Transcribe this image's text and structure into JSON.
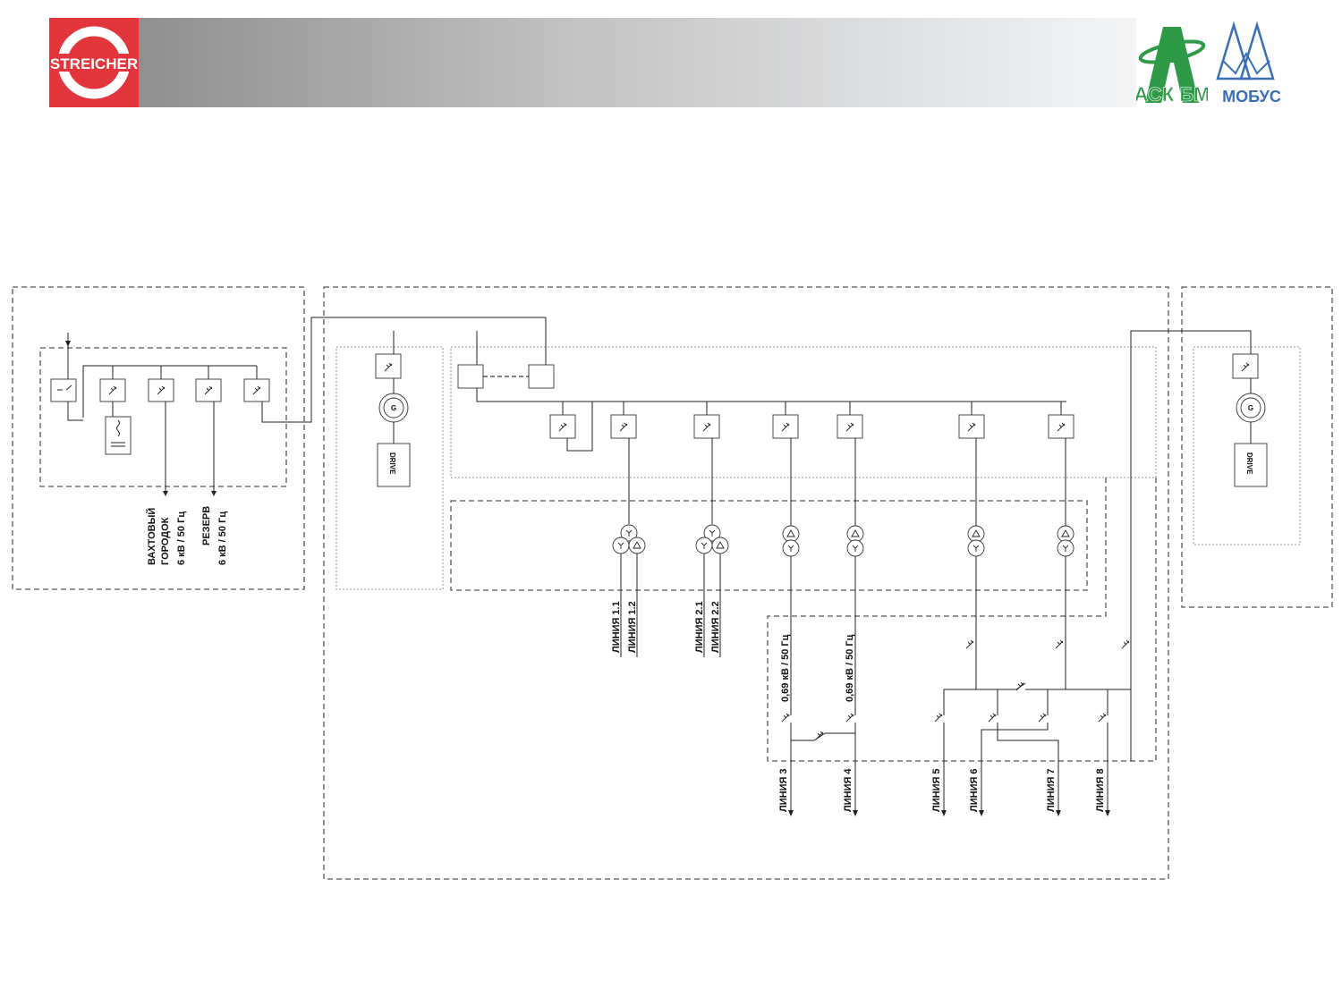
{
  "header": {
    "logo_left_text": "STREICHER",
    "logo_right_1_text": "АСК БМ",
    "logo_right_2_text": "МОБУС",
    "colors": {
      "streicher_red": "#e2363c",
      "ask_green": "#2e9a47",
      "mobus_blue": "#3a6fb5"
    }
  },
  "diagram": {
    "feeder_1": [
      "ВАХТОВЫЙ",
      "ГОРОДОК",
      "6 кВ / 50 Гц"
    ],
    "feeder_2": [
      "РЕЗЕРВ",
      "6 кВ / 50 Гц"
    ],
    "generator_label": "G",
    "drive_label": "DRIVE",
    "line_labels": [
      "ЛИНИЯ 1.1",
      "ЛИНИЯ 1.2",
      "ЛИНИЯ 2.1",
      "ЛИНИЯ 2.2"
    ],
    "lv_label": "0,69 кВ / 50 Гц",
    "bottom_line_labels": [
      "ЛИНИЯ 3",
      "ЛИНИЯ 4",
      "ЛИНИЯ 5",
      "ЛИНИЯ 6",
      "ЛИНИЯ 7",
      "ЛИНИЯ 8"
    ],
    "transformer_count": 6
  }
}
